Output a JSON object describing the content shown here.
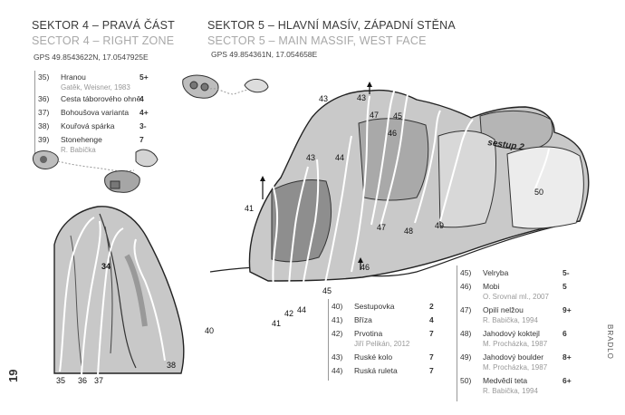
{
  "sector4": {
    "title_cz": "SEKTOR 4 – PRAVÁ ČÁST",
    "title_en": "SECTOR 4 – RIGHT ZONE",
    "gps": "GPS 49.8543622N, 17.0547925E",
    "routes": [
      {
        "num": "35)",
        "name": "Hranou",
        "grade": "5+",
        "author": "Gatěk, Weisner, 1983"
      },
      {
        "num": "36)",
        "name": "Cesta táborového ohně",
        "grade": "4",
        "author": ""
      },
      {
        "num": "37)",
        "name": "Bohoušova varianta",
        "grade": "4+",
        "author": ""
      },
      {
        "num": "38)",
        "name": "Kouřová spárka",
        "grade": "3-",
        "author": ""
      },
      {
        "num": "39)",
        "name": "Stonehenge",
        "grade": "7",
        "author": "R. Babička"
      }
    ]
  },
  "sector5": {
    "title_cz": "SEKTOR 5 – HLAVNÍ MASÍV, ZÁPADNÍ STĚNA",
    "title_en": "SECTOR 5 – MAIN MASSIF, WEST FACE",
    "gps": "GPS 49.854361N, 17.054658E",
    "routes_left": [
      {
        "num": "40)",
        "name": "Sestupovka",
        "grade": "2",
        "author": ""
      },
      {
        "num": "41)",
        "name": "Bříza",
        "grade": "4",
        "author": ""
      },
      {
        "num": "42)",
        "name": "Prvotina",
        "grade": "7",
        "author": "Jiří Pelikán, 2012"
      },
      {
        "num": "43)",
        "name": "Ruské kolo",
        "grade": "7",
        "author": ""
      },
      {
        "num": "44)",
        "name": "Ruská ruleta",
        "grade": "7",
        "author": ""
      }
    ],
    "routes_right": [
      {
        "num": "45)",
        "name": "Velryba",
        "grade": "5-",
        "author": ""
      },
      {
        "num": "46)",
        "name": "Mobi",
        "grade": "5",
        "author": "O. Srovnal ml., 2007"
      },
      {
        "num": "47)",
        "name": "Opilí nelžou",
        "grade": "9+",
        "author": "R. Babička, 1994"
      },
      {
        "num": "48)",
        "name": "Jahodový koktejl",
        "grade": "6",
        "author": "M. Procházka, 1987"
      },
      {
        "num": "49)",
        "name": "Jahodový boulder",
        "grade": "8+",
        "author": "M. Procházka, 1987"
      },
      {
        "num": "50)",
        "name": "Medvědí teta",
        "grade": "6+",
        "author": "R. Babička, 1994"
      }
    ]
  },
  "topo_labels": {
    "left_rock": [
      "34",
      "35",
      "36",
      "37",
      "38"
    ],
    "main_rock": [
      "40",
      "41",
      "41",
      "42",
      "43",
      "43",
      "44",
      "44",
      "45",
      "45",
      "46",
      "46",
      "47",
      "47",
      "48",
      "49",
      "50",
      "43"
    ],
    "descent": "sestup 2"
  },
  "page_number": "19",
  "side_label": "BRADLO"
}
